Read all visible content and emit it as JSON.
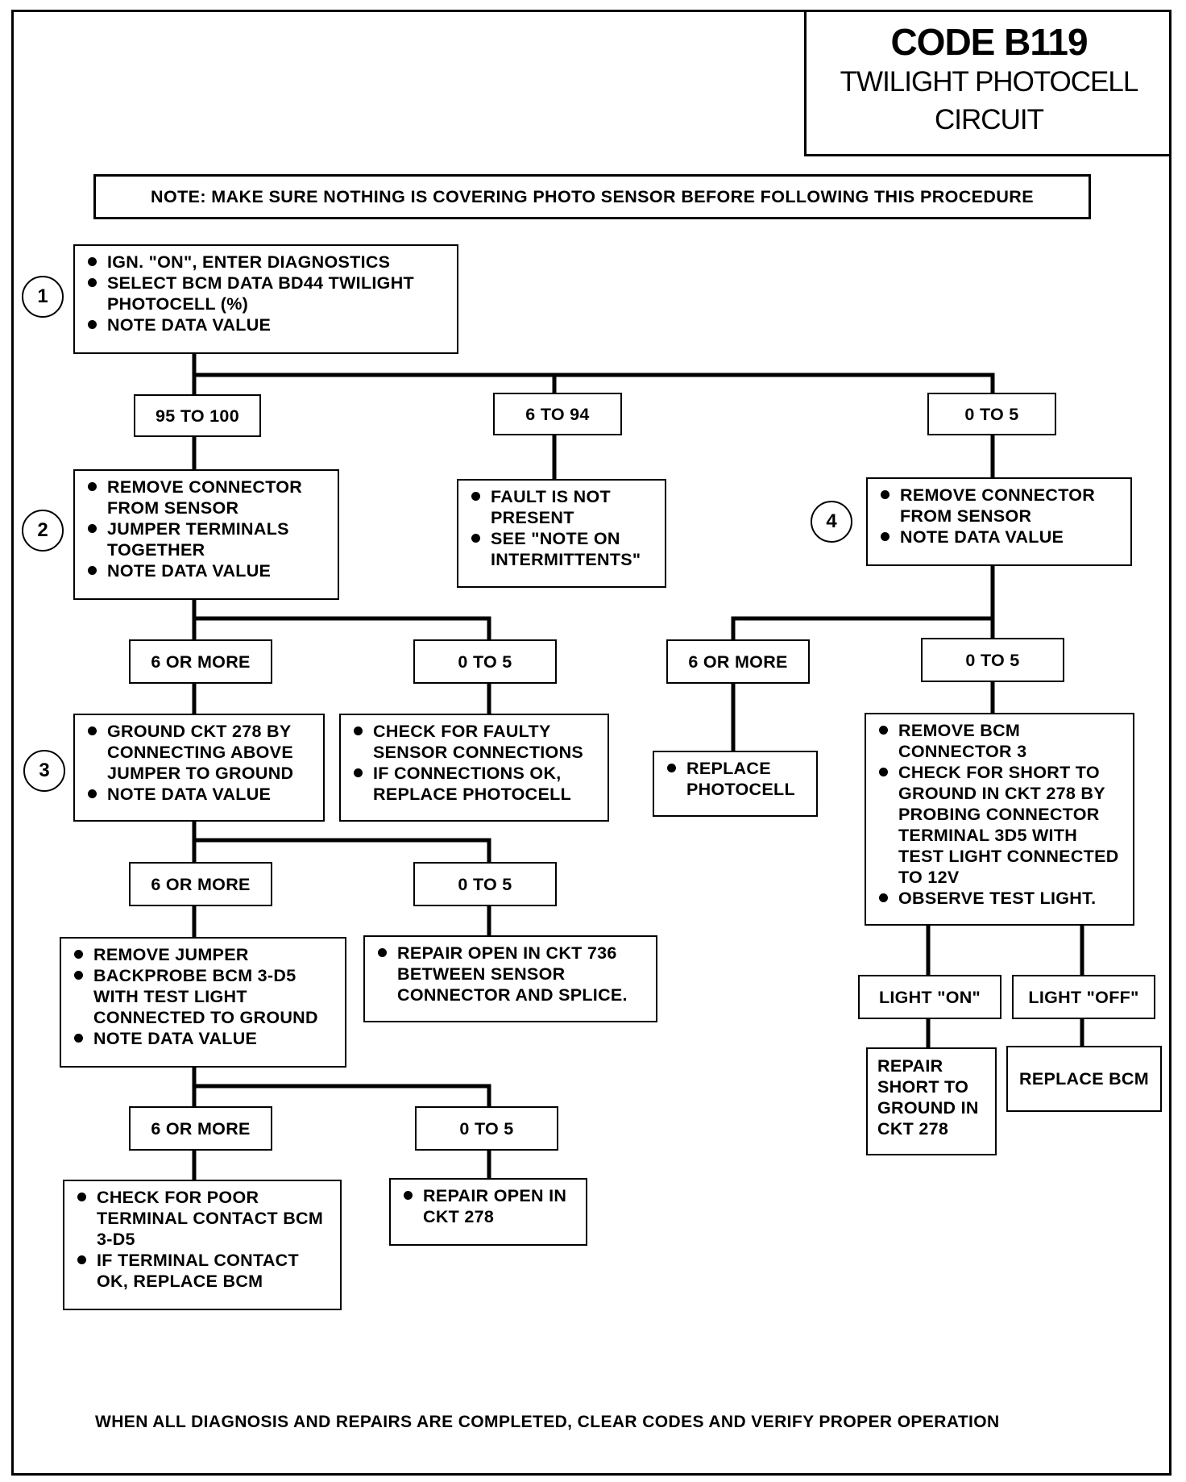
{
  "title": {
    "code": "CODE B119",
    "line1": "TWILIGHT PHOTOCELL",
    "line2": "CIRCUIT"
  },
  "note": "NOTE: MAKE SURE NOTHING IS COVERING PHOTO SENSOR BEFORE FOLLOWING THIS PROCEDURE",
  "steps": [
    "1",
    "2",
    "3",
    "4"
  ],
  "boxes": {
    "step1": [
      "IGN. \"ON\", ENTER DIAGNOSTICS",
      "SELECT BCM DATA BD44 TWILIGHT PHOTOCELL (%)",
      "NOTE DATA VALUE"
    ],
    "fault_not_present": [
      "FAULT IS NOT PRESENT",
      "SEE \"NOTE ON INTERMITTENTS\""
    ],
    "step2": [
      "REMOVE CONNECTOR FROM SENSOR",
      "JUMPER TERMINALS TOGETHER",
      "NOTE DATA VALUE"
    ],
    "step4": [
      "REMOVE CONNECTOR FROM SENSOR",
      "NOTE DATA VALUE"
    ],
    "step3": [
      "GROUND CKT 278 BY CONNECTING ABOVE JUMPER TO GROUND",
      "NOTE DATA VALUE"
    ],
    "check_faulty": [
      "CHECK FOR FAULTY SENSOR CONNECTIONS",
      "IF CONNECTIONS OK, REPLACE PHOTOCELL"
    ],
    "replace_photocell": [
      "REPLACE PHOTOCELL"
    ],
    "remove_bcm": [
      "REMOVE BCM CONNECTOR 3",
      "CHECK FOR SHORT TO GROUND IN CKT 278 BY PROBING CONNECTOR TERMINAL 3D5 WITH TEST LIGHT CONNECTED TO 12V",
      "OBSERVE TEST LIGHT."
    ],
    "remove_jumper": [
      "REMOVE JUMPER",
      "BACKPROBE BCM 3-D5 WITH TEST LIGHT CONNECTED TO GROUND",
      "NOTE DATA VALUE"
    ],
    "repair_open_736": [
      "REPAIR OPEN IN CKT 736 BETWEEN SENSOR CONNECTOR AND SPLICE."
    ],
    "repair_short": "REPAIR SHORT TO GROUND IN CKT 278",
    "replace_bcm": "REPLACE BCM",
    "check_poor": [
      "CHECK FOR POOR TERMINAL CONTACT BCM 3-D5",
      "IF TERMINAL CONTACT OK, REPLACE BCM"
    ],
    "repair_open_278": [
      "REPAIR OPEN IN CKT 278"
    ]
  },
  "labels": {
    "r1_a": "95 TO 100",
    "r1_b": "6 TO 94",
    "r1_c": "0 TO 5",
    "r2_a": "6 OR MORE",
    "r2_b": "0 TO 5",
    "r2_c": "6 OR MORE",
    "r2_d": "0 TO 5",
    "r3_a": "6 OR MORE",
    "r3_b": "0 TO 5",
    "light_on": "LIGHT \"ON\"",
    "light_off": "LIGHT \"OFF\"",
    "r4_a": "6 OR MORE",
    "r4_b": "0 TO 5"
  },
  "footer": "WHEN ALL DIAGNOSIS AND REPAIRS ARE COMPLETED, CLEAR CODES AND VERIFY PROPER OPERATION"
}
